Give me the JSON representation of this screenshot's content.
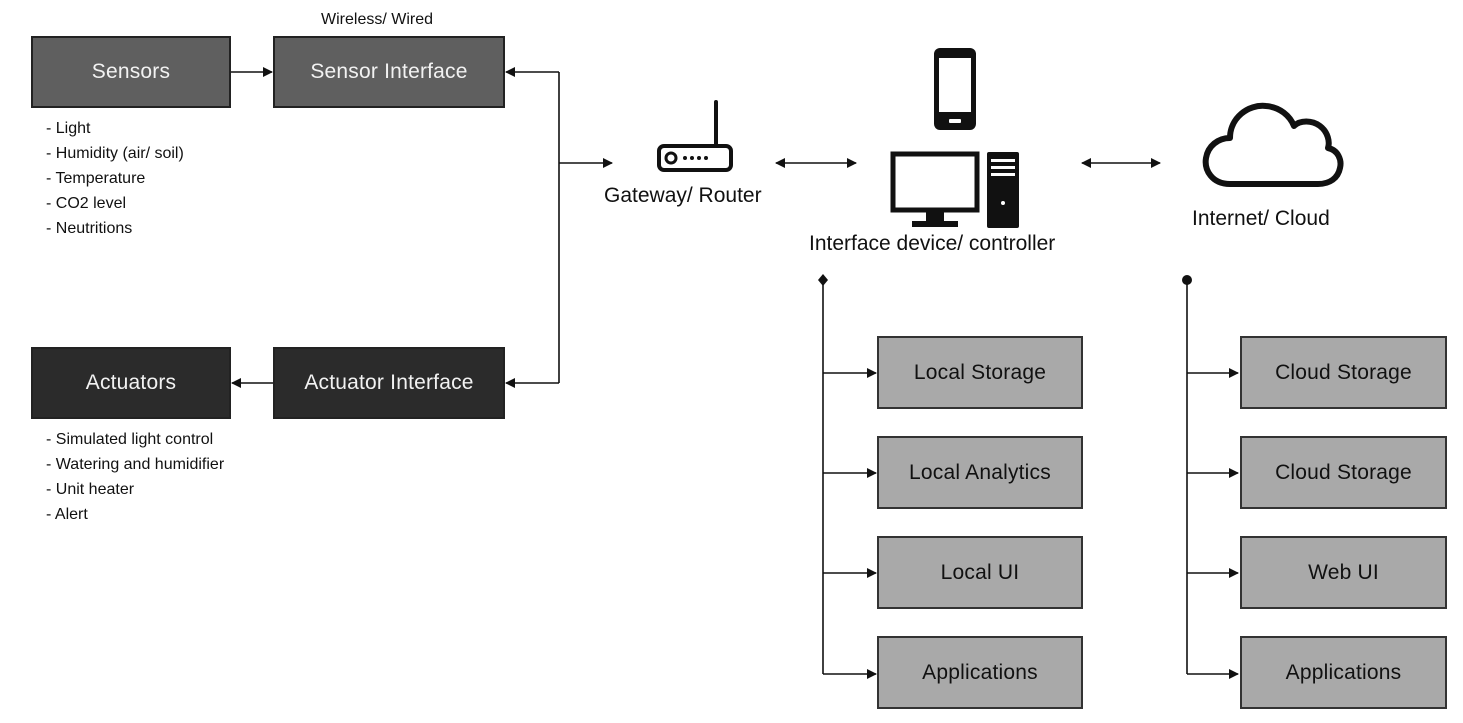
{
  "sensors": {
    "label": "Sensors",
    "items": [
      "Light",
      "Humidity (air/ soil)",
      "Temperature",
      "CO2 level",
      "Neutritions"
    ]
  },
  "sensor_interface": {
    "label": "Sensor Interface",
    "caption": "Wireless/ Wired"
  },
  "actuators": {
    "label": "Actuators",
    "items": [
      "Simulated light control",
      "Watering and humidifier",
      "Unit heater",
      "Alert"
    ]
  },
  "actuator_interface": {
    "label": "Actuator Interface"
  },
  "gateway": {
    "label": "Gateway/ Router",
    "icon": "router-icon"
  },
  "interface_device": {
    "label": "Interface device/ controller",
    "icons": [
      "smartphone-icon",
      "monitor-icon",
      "tower-pc-icon"
    ]
  },
  "cloud": {
    "label": "Internet/ Cloud",
    "icon": "cloud-icon"
  },
  "local_modules": [
    "Local Storage",
    "Local Analytics",
    "Local UI",
    "Applications"
  ],
  "cloud_modules": [
    "Cloud Storage",
    "Cloud Storage",
    "Web UI",
    "Applications"
  ],
  "colors": {
    "box_dark_mid": "#5f5f5f",
    "box_dark": "#2b2b2b",
    "box_light": "#a9a9a9"
  }
}
